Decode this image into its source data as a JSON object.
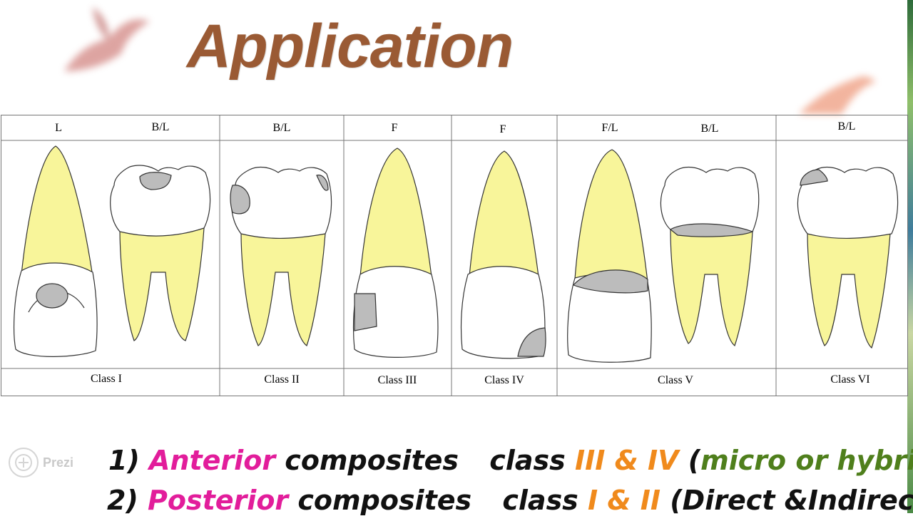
{
  "title": "Application",
  "watermark": {
    "label": "Prezi"
  },
  "figure": {
    "top_labels": [
      "L",
      "B/L",
      "B/L",
      "F",
      "F",
      "F/L",
      "B/L",
      "B/L"
    ],
    "classes": [
      "Class I",
      "Class II",
      "Class III",
      "Class IV",
      "Class V",
      "Class VI"
    ]
  },
  "lines": [
    {
      "num": "1)",
      "type": "Anterior",
      "word": "composites",
      "cls_word": "class",
      "cls_val": "III & IV",
      "paren_open": "(",
      "note": "micro or hybrid",
      "paren_close": ")"
    },
    {
      "num": "2)",
      "type": "Posterior",
      "word": "composites",
      "cls_word": "class",
      "cls_val": "I & II",
      "paren_open": "(",
      "note": "Direct &Indirect",
      "paren_close": ")"
    }
  ],
  "colors": {
    "title": "#9a5a34",
    "root": "#f8f59a",
    "cavity": "#bcbcbc",
    "magenta": "#e21d9b",
    "orange": "#f08a1c",
    "green": "#4f7f1c"
  }
}
